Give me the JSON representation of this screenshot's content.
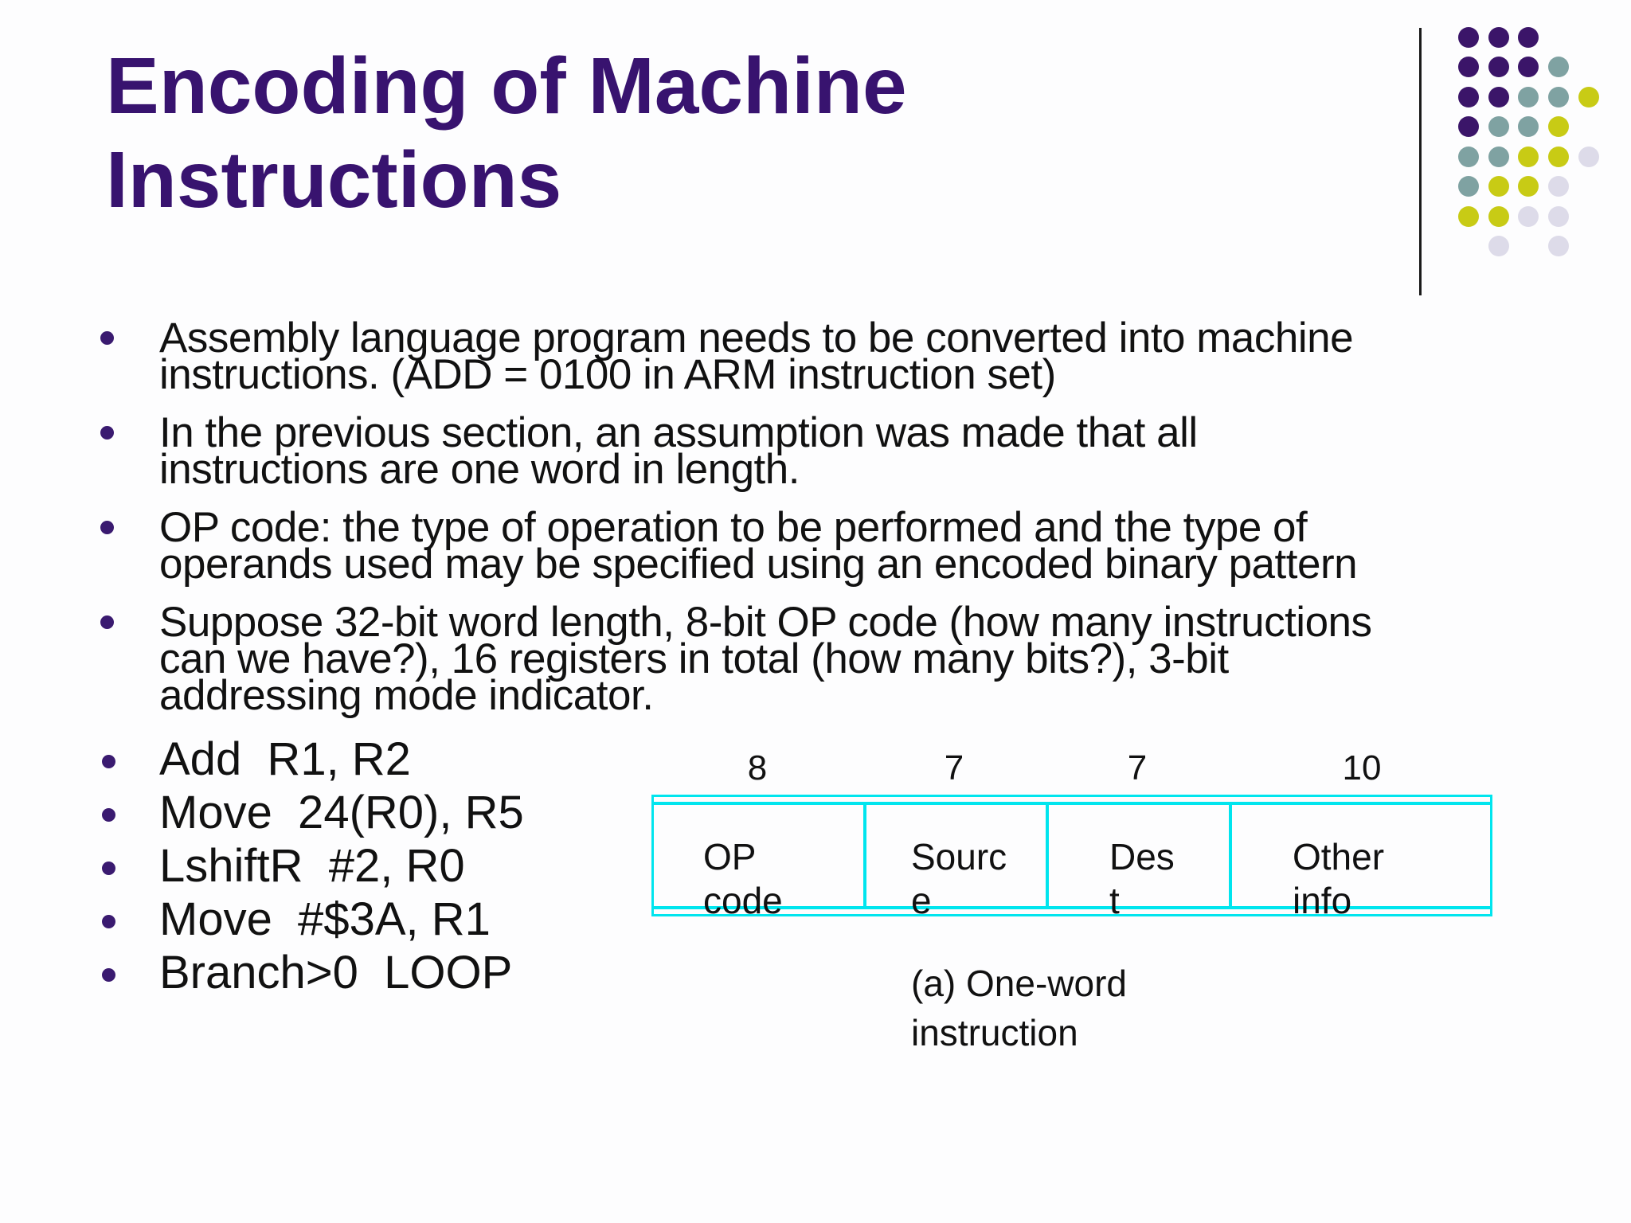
{
  "title_lines": [
    "Encoding of Machine",
    "Instructions"
  ],
  "bullets_small": [
    [
      "Assembly language program needs to be converted into machine",
      "instructions. (ADD = 0100 in ARM instruction set)"
    ],
    [
      "In the previous section, an assumption was made that all",
      "instructions are one word in length."
    ],
    [
      "OP code: the type of operation to be performed and the type of",
      "operands used may be specified using an encoded binary pattern"
    ],
    [
      "Suppose 32-bit word length, 8-bit OP code (how many instructions",
      "can we have?), 16 registers in total (how many bits?), 3-bit",
      "addressing mode indicator."
    ]
  ],
  "bullets_large": [
    "Add  R1, R2",
    "Move  24(R0), R5",
    "LshiftR  #2, R0",
    "Move  #$3A, R1",
    "Branch>0  LOOP"
  ],
  "figure": {
    "bits": [
      "8",
      "7",
      "7",
      "10"
    ],
    "fields": [
      [
        "OP",
        "code"
      ],
      [
        "Sourc",
        "e"
      ],
      [
        "Des",
        "t"
      ],
      [
        "Other",
        "info"
      ]
    ],
    "caption_lines": [
      "(a) One-word",
      "instruction"
    ],
    "box_border_color": "#00e5ee"
  },
  "colors": {
    "title_purple": "#38136f",
    "bullet_dot_purple": "#3a1a70",
    "decor_purple": "#3b1569",
    "decor_teal": "#7fa2a2",
    "decor_yellow": "#c8cb15",
    "decor_lavender": "#dddbe9",
    "rule_black": "#1a1a1a",
    "text_black": "#111111"
  },
  "decor": {
    "rows": [
      [
        "P",
        "P",
        "P"
      ],
      [
        "P",
        "P",
        "P",
        "T"
      ],
      [
        "P",
        "P",
        "T",
        "T",
        "Y"
      ],
      [
        "P",
        "T",
        "T",
        "Y"
      ],
      [
        "T",
        "T",
        "Y",
        "Y",
        "L"
      ],
      [
        "T",
        "Y",
        "Y",
        "L"
      ],
      [
        "Y",
        "Y",
        "L",
        "L"
      ],
      [
        null,
        "L",
        null,
        "L"
      ]
    ]
  }
}
